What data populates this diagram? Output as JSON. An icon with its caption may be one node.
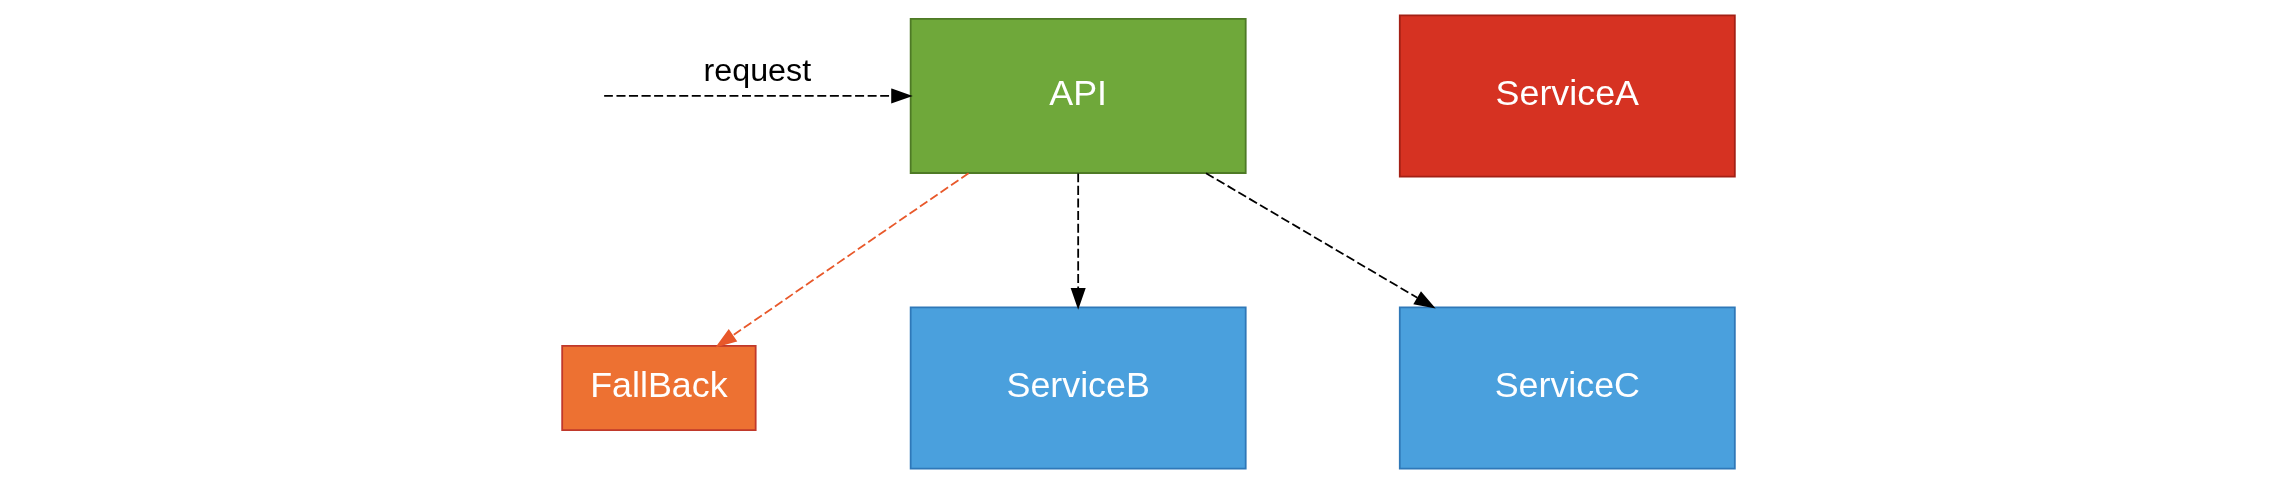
{
  "diagram": {
    "nodes": [
      {
        "text": [
          "API"
        ]
      },
      {
        "text": [
          "FallBack"
        ]
      },
      {
        "text": [
          "ServiceA"
        ]
      },
      {
        "text": [
          "ServiceB"
        ]
      },
      {
        "text": [
          "ServiceC"
        ]
      }
    ],
    "edges": [
      {
        "from": null,
        "to": 0,
        "arrow": "to",
        "label": "request",
        "style": "dashed"
      },
      {
        "from": 0,
        "to": 1,
        "arrow": "to",
        "style": "dashed",
        "color": "#e8582a"
      },
      {
        "from": 0,
        "to": 3,
        "arrow": "to",
        "style": "dashed"
      },
      {
        "from": 0,
        "to": 4,
        "arrow": "to",
        "style": "dashed"
      }
    ]
  }
}
